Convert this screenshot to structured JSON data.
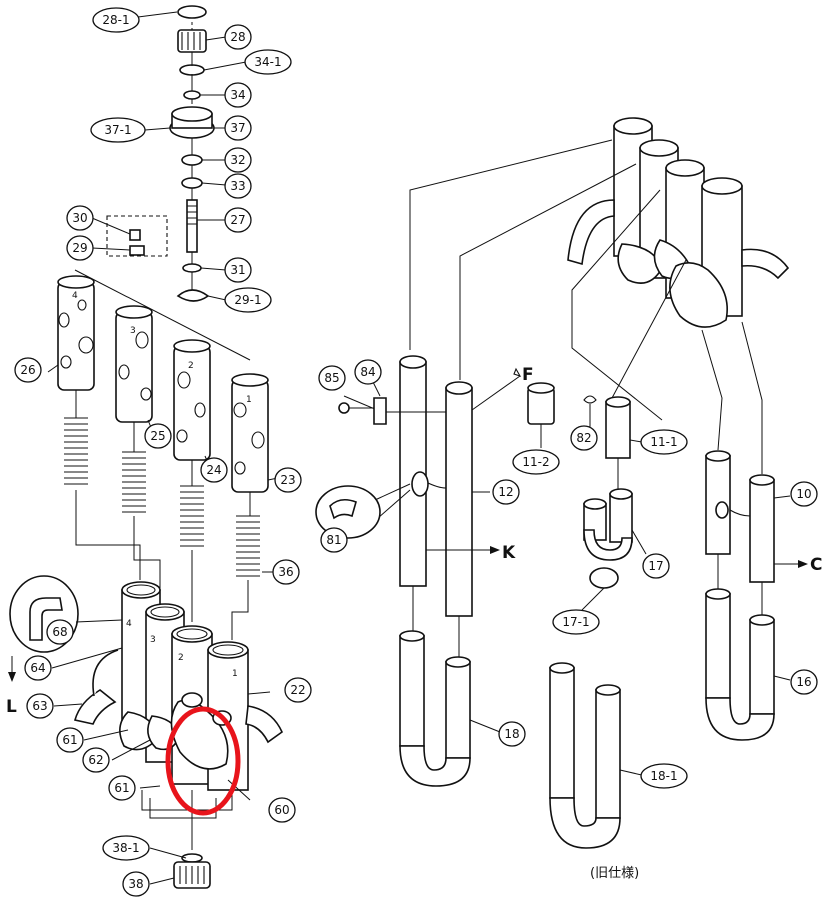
{
  "callouts": {
    "c28_1": "28-1",
    "c28": "28",
    "c34_1": "34-1",
    "c34": "34",
    "c37_1": "37-1",
    "c37": "37",
    "c32": "32",
    "c33": "33",
    "c30": "30",
    "c27": "27",
    "c29": "29",
    "c31": "31",
    "c29_1": "29-1",
    "c26": "26",
    "c25": "25",
    "c24": "24",
    "c23": "23",
    "c36": "36",
    "c68": "68",
    "c64": "64",
    "c63": "63",
    "c22": "22",
    "c61a": "61",
    "c62": "62",
    "c61b": "61",
    "c60": "60",
    "c38_1": "38-1",
    "c38": "38",
    "c85": "85",
    "c84": "84",
    "c11_2": "11-2",
    "c82": "82",
    "c11_1": "11-1",
    "c81": "81",
    "c12": "12",
    "c10": "10",
    "c17": "17",
    "c17_1": "17-1",
    "c18": "18",
    "c18_1": "18-1",
    "c16": "16"
  },
  "tube_numbers": {
    "n4": "4",
    "n3": "3",
    "n2": "2",
    "n1": "1"
  },
  "arrows": {
    "F": "F",
    "K": "K",
    "C": "C",
    "L": "L"
  },
  "note": "(旧仕様)",
  "highlight_color": "#e8141b"
}
